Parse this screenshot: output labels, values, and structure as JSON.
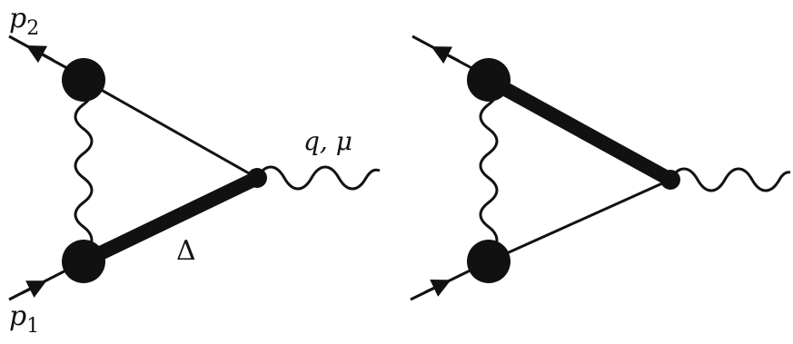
{
  "diagrams": [
    {
      "id": "left",
      "labels": {
        "p2_base": "p",
        "p2_sub": "2",
        "p1_base": "p",
        "p1_sub": "1",
        "photon": "q, μ",
        "delta": "Δ"
      }
    },
    {
      "id": "right",
      "labels": {}
    }
  ],
  "colors": {
    "ink": "#111111",
    "background": "#ffffff"
  }
}
